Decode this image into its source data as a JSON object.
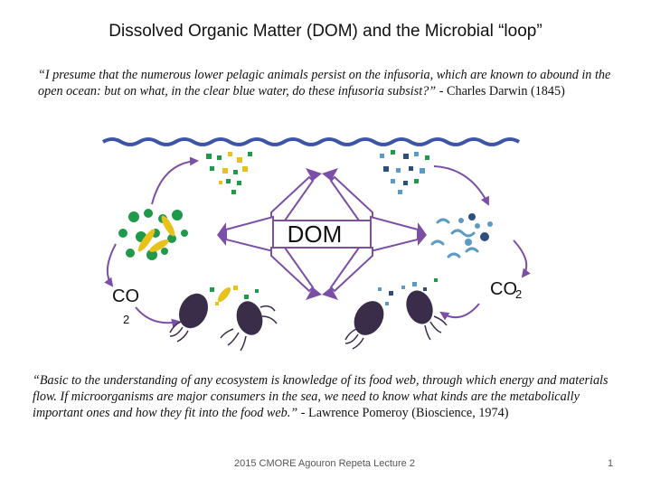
{
  "slide": {
    "title": "Dissolved Organic Matter (DOM) and the Microbial “loop”",
    "quote1": {
      "text": "“I presume that the numerous lower pelagic animals persist on the infusoria, which are known to abound in the open ocean: but on what, in the clear blue water, do these infusoria subsist?”",
      "attribution": " - Charles Darwin (1845)"
    },
    "quote2": {
      "text": "“Basic to the understanding of any ecosystem is knowledge of its food web, through which energy and materials flow. If microorganisms are major consumers in the sea, we need to know what kinds are the metabolically important ones and how they fit into the food web.”",
      "attribution": " - Lawrence Pomeroy (Bioscience, 1974)"
    },
    "footer": "2015 CMORE Agouron Repeta Lecture 2",
    "page_number": "1"
  },
  "diagram": {
    "center_label": "DOM",
    "left_label": "CO",
    "left_subscript": "2",
    "right_label": "CO",
    "right_subscript": "2",
    "colors": {
      "arrow": "#7b4fa6",
      "wave": "#3b56a8",
      "green": "#1f9a4a",
      "yellow": "#e8c21a",
      "blue": "#5b9bc4",
      "navy": "#2e4f7a",
      "copepod": "#3a2d4a"
    }
  }
}
